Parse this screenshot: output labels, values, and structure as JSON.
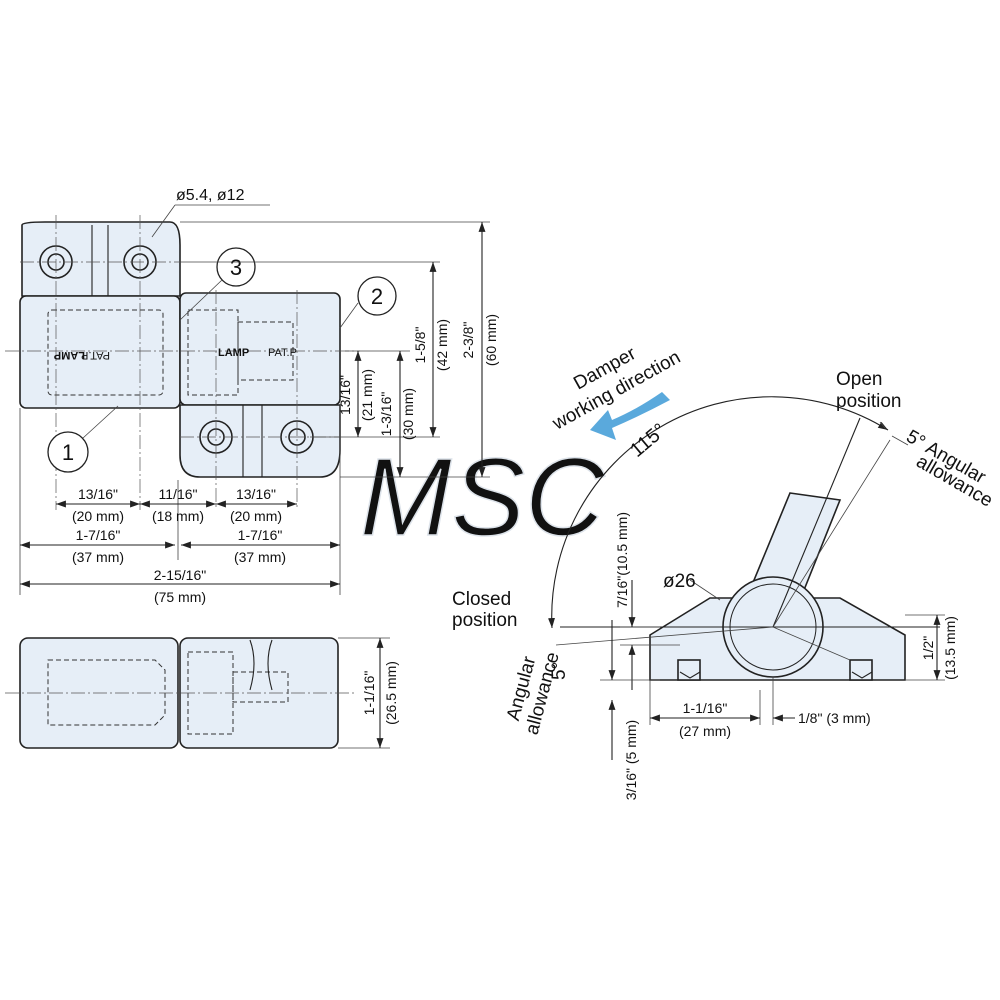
{
  "callouts": {
    "hole_dia": "ø5.4,  ø12",
    "c1": "1",
    "c2": "2",
    "c3": "3"
  },
  "body_text": {
    "lamp_left": "LAMP",
    "pat_left": "PAT.P",
    "lamp_right": "LAMP",
    "pat_right": "PAT.P"
  },
  "dims_plan": {
    "w1_in": "13/16\"",
    "w1_mm": "(20 mm)",
    "w2_in": "11/16\"",
    "w2_mm": "(18 mm)",
    "w3_in": "13/16\"",
    "w3_mm": "(20 mm)",
    "h1_in": "1-7/16\"",
    "h1_mm": "(37 mm)",
    "h2_in": "1-7/16\"",
    "h2_mm": "(37 mm)",
    "total_in": "2-15/16\"",
    "total_mm": "(75 mm)",
    "v1_in": "13/16\"",
    "v1_mm": "(21 mm)",
    "v2_in": "1-3/16\"",
    "v2_mm": "(30 mm)",
    "v3_in": "1-5/8\"",
    "v3_mm": "(42 mm)",
    "v4_in": "2-3/8\"",
    "v4_mm": "(60 mm)"
  },
  "dims_side": {
    "thick_in": "1-1/16\"",
    "thick_mm": "(26.5 mm)"
  },
  "angular": {
    "damper_line1": "Damper",
    "damper_line2": "working direction",
    "angle_115": "115°",
    "open_line1": "Open",
    "open_line2": "position",
    "allow5_line1": "5° Angular",
    "allow5_line2": "allowance",
    "closed_line1": "Closed",
    "closed_line2": "position",
    "ang_line1": "Angular",
    "ang_line2": "allowance",
    "deg5": "5°",
    "dia26": "ø26",
    "d716": "7/16\"(10.5 mm)",
    "d12_in": "1/2\"",
    "d12_mm": "(13.5 mm)",
    "d1116_in": "1-1/16\"",
    "d1116_mm": "(27 mm)",
    "d18": "1/8\" (3 mm)",
    "d316": "3/16\" (5 mm)"
  },
  "colors": {
    "part_fill": "#e6eef7",
    "arrow_blue": "#5aa9dc",
    "line": "#222222"
  },
  "watermark": "MSC"
}
